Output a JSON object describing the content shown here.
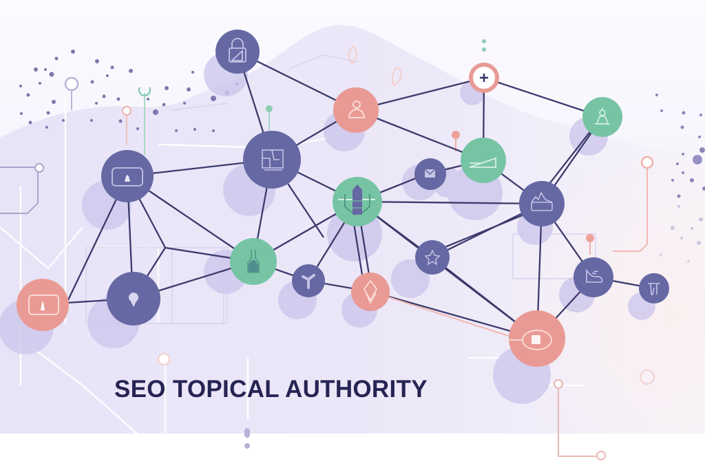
{
  "title": "SEO TOPICAL AUTHORITY",
  "colors": {
    "navy_node": "#6568a3",
    "coral_node": "#e99a94",
    "green_node": "#76c4a4",
    "edge": "#3b3a6b",
    "shadow": "#cfc9ec",
    "title_text": "#262453",
    "background": "#f4f1fb"
  },
  "nodes": [
    {
      "id": "lock",
      "icon": "lock-icon",
      "color": "navy"
    },
    {
      "id": "monitor-left",
      "icon": "monitor-icon",
      "color": "navy"
    },
    {
      "id": "document",
      "icon": "document-icon",
      "color": "navy"
    },
    {
      "id": "user",
      "icon": "user-icon",
      "color": "coral"
    },
    {
      "id": "plus",
      "icon": "plus-icon",
      "color": "coral-ring"
    },
    {
      "id": "pawn",
      "icon": "pawn-icon",
      "color": "green"
    },
    {
      "id": "chart",
      "icon": "chart-icon",
      "color": "green"
    },
    {
      "id": "mail",
      "icon": "mail-icon",
      "color": "navy"
    },
    {
      "id": "hub",
      "icon": "crystal-icon",
      "color": "green"
    },
    {
      "id": "box",
      "icon": "box-icon",
      "color": "navy"
    },
    {
      "id": "flask",
      "icon": "flask-icon",
      "color": "green"
    },
    {
      "id": "star",
      "icon": "star-icon",
      "color": "navy"
    },
    {
      "id": "shoe",
      "icon": "shoe-icon",
      "color": "navy"
    },
    {
      "id": "tool",
      "icon": "tool-icon",
      "color": "navy"
    },
    {
      "id": "branch",
      "icon": "branch-icon",
      "color": "navy"
    },
    {
      "id": "diamond",
      "icon": "diamond-icon",
      "color": "coral"
    },
    {
      "id": "pin",
      "icon": "pin-icon",
      "color": "navy"
    },
    {
      "id": "screen-coral",
      "icon": "screen-icon",
      "color": "coral"
    },
    {
      "id": "eye",
      "icon": "eye-icon",
      "color": "coral"
    }
  ]
}
